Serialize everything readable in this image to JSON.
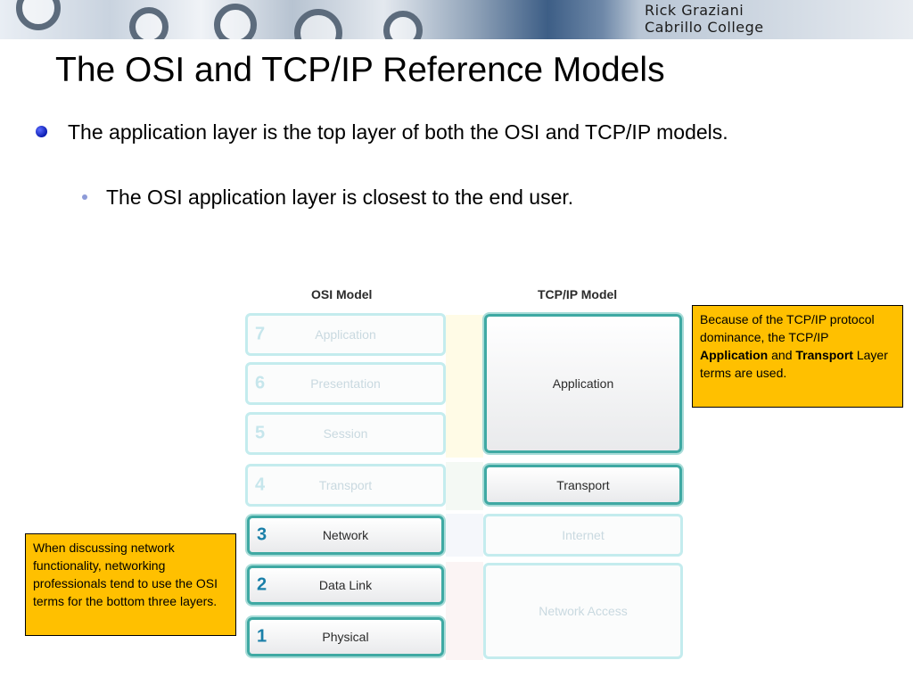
{
  "header": {
    "author_line1": "Rick Graziani",
    "author_line2": "Cabrillo College"
  },
  "slide": {
    "title": "The OSI and TCP/IP Reference Models",
    "bullet1": "The application layer is the top layer of both the OSI and TCP/IP models.",
    "bullet2": "The OSI application layer is closest to the end user."
  },
  "diagram": {
    "osi_heading": "OSI Model",
    "tcpip_heading": "TCP/IP Model",
    "osi_layers": [
      {
        "num": "7",
        "label": "Application",
        "active": false
      },
      {
        "num": "6",
        "label": "Presentation",
        "active": false
      },
      {
        "num": "5",
        "label": "Session",
        "active": false
      },
      {
        "num": "4",
        "label": "Transport",
        "active": false
      },
      {
        "num": "3",
        "label": "Network",
        "active": true
      },
      {
        "num": "2",
        "label": "Data Link",
        "active": true
      },
      {
        "num": "1",
        "label": "Physical",
        "active": true
      }
    ],
    "tcpip_layers": [
      {
        "label": "Application",
        "active": true
      },
      {
        "label": "Transport",
        "active": true
      },
      {
        "label": "Internet",
        "active": false
      },
      {
        "label": "Network Access",
        "active": false
      }
    ]
  },
  "callouts": {
    "right": {
      "pre": "Because of the TCP/IP protocol dominance, the TCP/IP ",
      "bold1": "Application",
      "mid": " and ",
      "bold2": "Transport",
      "post": " Layer terms are used."
    },
    "left": "When discussing network functionality, networking professionals tend to use the OSI terms for the bottom three layers."
  },
  "colors": {
    "active_border": "#3fa9a3",
    "faded_border": "#c4ecee",
    "callout_fill": "#ffc000",
    "bullet_blue": "#0a1bb0"
  }
}
